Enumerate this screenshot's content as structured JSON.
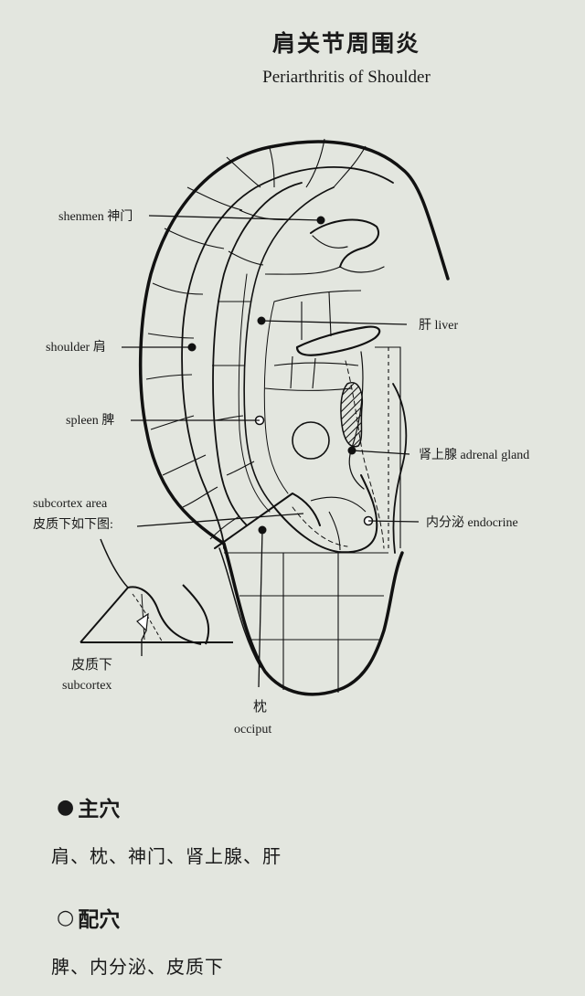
{
  "title": "肩关节周围炎",
  "subtitle": "Periarthritis of Shoulder",
  "labels": {
    "shenmen": "shenmen 神门",
    "shoulder": "shoulder 肩",
    "spleen": "spleen 脾",
    "subcortex_area_en": "subcortex area",
    "subcortex_area_zh": "皮质下如下图:",
    "liver": "肝 liver",
    "adrenal": "肾上腺 adrenal gland",
    "endocrine": "内分泌 endocrine",
    "subcortex_zh": "皮质下",
    "subcortex_en": "subcortex",
    "occiput_zh": "枕",
    "occiput_en": "occiput"
  },
  "main_points": {
    "marker": "●",
    "heading": "主穴",
    "list": "肩、枕、神门、肾上腺、肝"
  },
  "secondary_points": {
    "marker": "○",
    "heading": "配穴",
    "list": "脾、内分泌、皮质下"
  }
}
